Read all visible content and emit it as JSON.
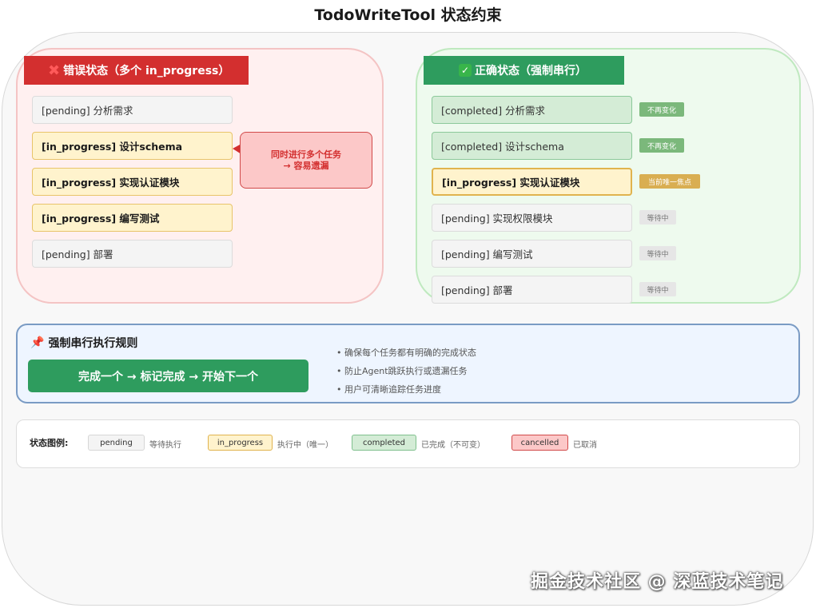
{
  "title": "TodoWriteTool 状态约束",
  "wrong": {
    "header": "错误状态（多个 in_progress）",
    "tasks": [
      "[pending] 分析需求",
      "[in_progress] 设计schema",
      "[in_progress] 实现认证模块",
      "[in_progress] 编写测试",
      "[pending] 部署"
    ],
    "callout_line1": "同时进行多个任务",
    "callout_line2": "→ 容易遗漏"
  },
  "correct": {
    "header": "正确状态（强制串行）",
    "tasks": [
      "[completed] 分析需求",
      "[completed] 设计schema",
      "[in_progress] 实现认证模块",
      "[pending] 实现权限模块",
      "[pending] 编写测试",
      "[pending] 部署"
    ],
    "tags": [
      "不再变化",
      "不再变化",
      "当前唯一焦点",
      "等待中",
      "等待中",
      "等待中"
    ]
  },
  "rule": {
    "title": "强制串行执行规则",
    "button": "完成一个 → 标记完成 → 开始下一个",
    "bullets": [
      "• 确保每个任务都有明确的完成状态",
      "• 防止Agent跳跃执行或遗漏任务",
      "• 用户可清晰追踪任务进度"
    ]
  },
  "legend": {
    "title": "状态图例:",
    "items": [
      {
        "label": "pending",
        "desc": "等待执行"
      },
      {
        "label": "in_progress",
        "desc": "执行中（唯一）"
      },
      {
        "label": "completed",
        "desc": "已完成（不可变）"
      },
      {
        "label": "cancelled",
        "desc": "已取消"
      }
    ]
  },
  "watermark": "掘金技术社区 @ 深蓝技术笔记",
  "icons": {
    "wrong": "cross-mark-icon",
    "correct": "check-mark-icon",
    "rule": "pushpin-icon",
    "callout_arrow": "arrow-left-icon"
  },
  "colors": {
    "wrong_header": "#d32f2f",
    "correct_header": "#2e9c5e",
    "pending": "#f4f4f4",
    "in_progress": "#fff3cd",
    "completed": "#d4ecd6",
    "cancelled": "#fcc8c8"
  }
}
